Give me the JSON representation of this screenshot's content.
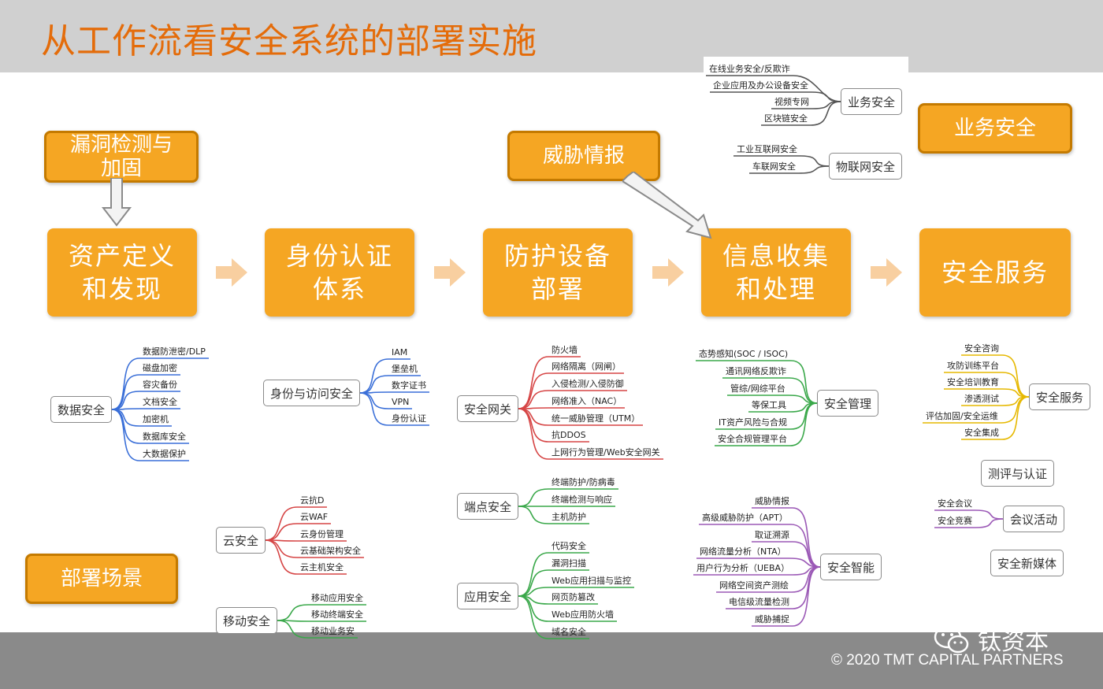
{
  "title": "从工作流看安全系统的部署实施",
  "stages": [
    "资产定义\n和发现",
    "身份认证\n体系",
    "防护设备\n部署",
    "信息收集\n和处理",
    "安全服务"
  ],
  "tags": {
    "vuln": "漏洞检测与\n加固",
    "threat": "威胁情报",
    "business": "业务安全",
    "deploy": "部署场景"
  },
  "footer": {
    "brand": "钛资本",
    "copyright": "© 2020 TMT CAPITAL PARTNERS"
  },
  "maps": {
    "business_security": {
      "root": "业务安全",
      "leaves": [
        "在线业务安全/反欺诈",
        "企业应用及办公设备安全",
        "视频专网",
        "区块链安全"
      ]
    },
    "iot_security": {
      "root": "物联网安全",
      "leaves": [
        "工业互联网安全",
        "车联网安全"
      ]
    },
    "data_security": {
      "root": "数据安全",
      "leaves": [
        "数据防泄密/DLP",
        "磁盘加密",
        "容灾备份",
        "文档安全",
        "加密机",
        "数据库安全",
        "大数据保护"
      ]
    },
    "identity_access": {
      "root": "身份与访问安全",
      "leaves": [
        "IAM",
        "堡垒机",
        "数字证书",
        "VPN",
        "身份认证"
      ]
    },
    "security_gateway": {
      "root": "安全网关",
      "leaves": [
        "防火墙",
        "网络隔离（网闸）",
        "入侵检测/入侵防御",
        "网络准入（NAC）",
        "统一威胁管理（UTM）",
        "抗DDOS",
        "上网行为管理/Web安全网关"
      ]
    },
    "endpoint_security": {
      "root": "端点安全",
      "leaves": [
        "终端防护/防病毒",
        "终端检测与响应",
        "主机防护"
      ]
    },
    "app_security": {
      "root": "应用安全",
      "leaves": [
        "代码安全",
        "漏洞扫描",
        "Web应用扫描与监控",
        "网页防篡改",
        "Web应用防火墙",
        "域名安全"
      ]
    },
    "cloud_security": {
      "root": "云安全",
      "leaves": [
        "云抗D",
        "云WAF",
        "云身份管理",
        "云基础架构安全",
        "云主机安全"
      ]
    },
    "mobile_security": {
      "root": "移动安全",
      "leaves": [
        "移动应用安全",
        "移动终端安全",
        "移动业务安"
      ]
    },
    "security_management": {
      "root": "安全管理",
      "leaves": [
        "态势感知(SOC / ISOC)",
        "通讯网络反欺诈",
        "管综/网综平台",
        "等保工具",
        "IT资产风险与合规",
        "安全合规管理平台"
      ]
    },
    "security_intelligence": {
      "root": "安全智能",
      "leaves": [
        "威胁情报",
        "高级威胁防护（APT）",
        "取证溯源",
        "网络流量分析（NTA）",
        "用户行为分析（UEBA）",
        "网络空间资产测绘",
        "电信级流量检测",
        "威胁捕捉"
      ]
    },
    "security_service": {
      "root": "安全服务",
      "leaves": [
        "安全咨询",
        "攻防训练平台",
        "安全培训教育",
        "渗透测试",
        "评估加固/安全运维",
        "安全集成"
      ]
    },
    "evaluation": {
      "root": "测评与认证",
      "leaves": []
    },
    "conference": {
      "root": "会议活动",
      "leaves": [
        "安全会议",
        "安全竞赛"
      ]
    },
    "new_media": {
      "root": "安全新媒体",
      "leaves": []
    }
  },
  "colors": {
    "title": "#e46c0a",
    "stage": "#f5a623",
    "arrow": "#f8cfa0",
    "footer": "#8a8a8a"
  }
}
